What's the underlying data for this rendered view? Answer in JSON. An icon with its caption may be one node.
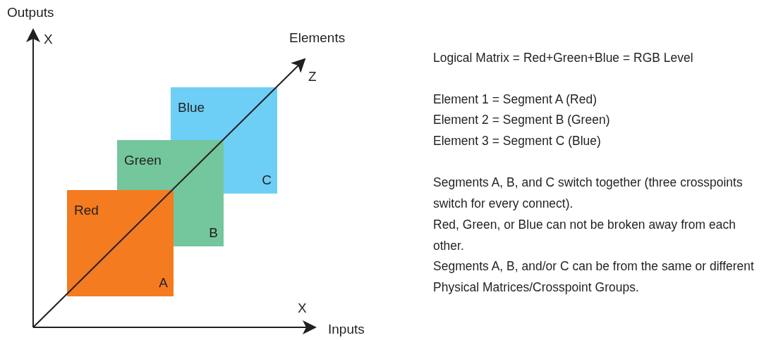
{
  "diagram": {
    "nodes": [
      {
        "text": [
          "Blue",
          "C"
        ]
      },
      {
        "text": [
          "Green",
          "B"
        ]
      },
      {
        "text": [
          "Red",
          "A"
        ]
      }
    ],
    "labels": [
      "Outputs",
      "X",
      "Elements",
      "Z",
      "X",
      "Inputs",
      "Logical Matrix = Red+Green+Blue = RGB Level",
      "Element 1 = Segment A (Red)",
      "Element 2 = Segment B (Green)",
      "Element 3 = Segment C (Blue)",
      "Segments A, B, and C switch together (three crosspoints switch for every connect).",
      "Red, Green, or Blue can not be broken away from each other.",
      "Segments A, B, and/or C can be from the same or different Physical Matrices/Crosspoint Groups."
    ]
  }
}
